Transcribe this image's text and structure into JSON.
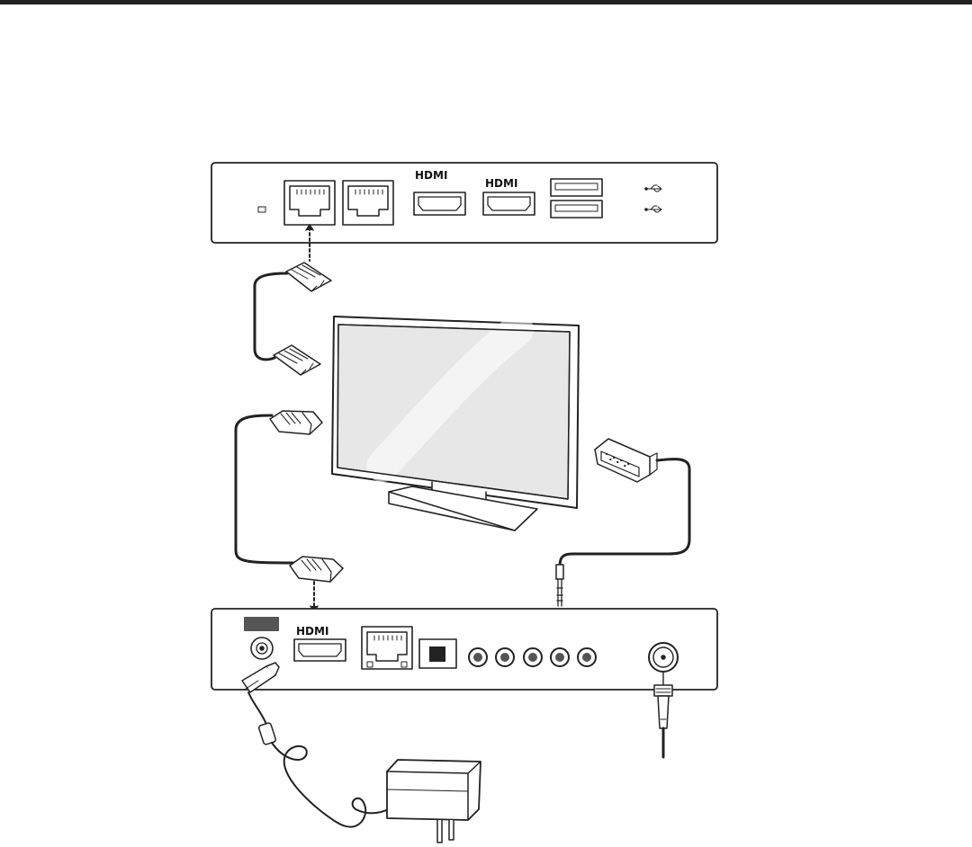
{
  "colors": {
    "line": "#222222",
    "device_fill": "#ffffff",
    "screen_shade": "#d4d4d4",
    "label_box": "#555555"
  },
  "top_device": {
    "port_labels": {
      "hdmi_1": "HDMI",
      "hdmi_2": "HDMI"
    },
    "icons": [
      "led-indicator-icon",
      "ethernet-port-icon",
      "hdmi-port-icon",
      "usb-port-icon",
      "usb-symbol-icon"
    ]
  },
  "bottom_device": {
    "port_labels": {
      "hdmi": "HDMI"
    },
    "icons": [
      "dc-power-jack-icon",
      "hdmi-port-icon",
      "ethernet-port-icon",
      "optical-port-icon",
      "rca-jack-icon",
      "coax-port-icon"
    ]
  },
  "cables": [
    "ethernet-cable",
    "hdmi-cable",
    "vga-audio-cable",
    "power-adapter",
    "coax-cable"
  ]
}
